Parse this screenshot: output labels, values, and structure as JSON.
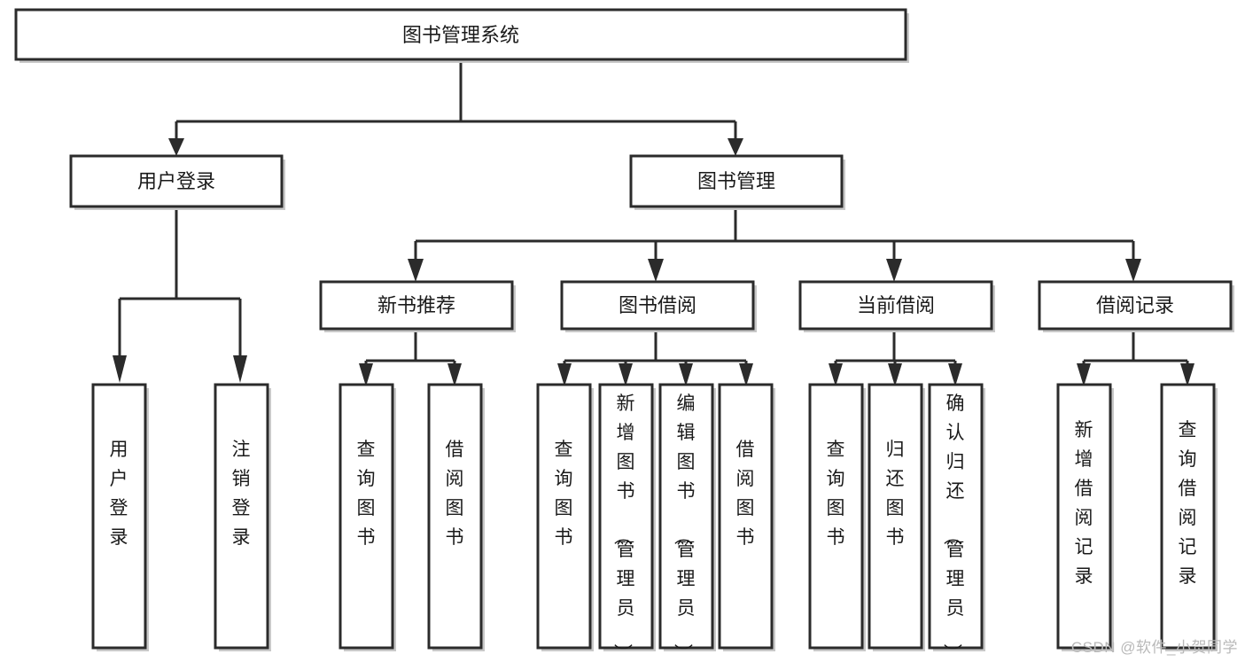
{
  "diagram": {
    "type": "tree-hierarchy",
    "title": "图书管理系统",
    "orientation": "top-down",
    "colors": {
      "box_stroke": "#2b2b2b",
      "box_fill": "#ffffff",
      "connector": "#2b2b2b",
      "shadow": "#c8c8c8",
      "text": "#1a1a1a",
      "watermark": "#b9b9b9"
    },
    "levels": {
      "level0": [
        "图书管理系统"
      ],
      "level1": [
        "用户登录",
        "图书管理"
      ],
      "level2": [
        "新书推荐",
        "图书借阅",
        "当前借阅",
        "借阅记录"
      ],
      "level3": [
        "用户登录",
        "注销登录",
        "查询图书",
        "借阅图书",
        "查询图书",
        "新增图书（管理员）",
        "编辑图书（管理员）",
        "借阅图书",
        "查询图书",
        "归还图书",
        "确认归还（管理员）",
        "新增借阅记录",
        "查询借阅记录"
      ]
    },
    "nodes": {
      "root": {
        "label": "图书管理系统"
      },
      "user_login": {
        "label": "用户登录"
      },
      "book_manage": {
        "label": "图书管理"
      },
      "new_book_rec": {
        "label": "新书推荐"
      },
      "book_borrow": {
        "label": "图书借阅"
      },
      "current_borrow": {
        "label": "当前借阅"
      },
      "borrow_record": {
        "label": "借阅记录"
      },
      "leaf_user_login": {
        "label": "用户登录"
      },
      "leaf_logout": {
        "label": "注销登录"
      },
      "leaf_query_book_1": {
        "label": "查询图书"
      },
      "leaf_borrow_book_1": {
        "label": "借阅图书"
      },
      "leaf_query_book_2": {
        "label": "查询图书"
      },
      "leaf_add_book": {
        "label": "新增图书（管理员）"
      },
      "leaf_edit_book": {
        "label": "编辑图书（管理员）"
      },
      "leaf_borrow_book_2": {
        "label": "借阅图书"
      },
      "leaf_query_book_3": {
        "label": "查询图书"
      },
      "leaf_return_book": {
        "label": "归还图书"
      },
      "leaf_confirm_return": {
        "label": "确认归还（管理员）"
      },
      "leaf_add_record": {
        "label": "新增借阅记录"
      },
      "leaf_query_record": {
        "label": "查询借阅记录"
      }
    },
    "edges": [
      {
        "from": "root",
        "to": "user_login"
      },
      {
        "from": "root",
        "to": "book_manage"
      },
      {
        "from": "user_login",
        "to": "leaf_user_login"
      },
      {
        "from": "user_login",
        "to": "leaf_logout"
      },
      {
        "from": "book_manage",
        "to": "new_book_rec"
      },
      {
        "from": "book_manage",
        "to": "book_borrow"
      },
      {
        "from": "book_manage",
        "to": "current_borrow"
      },
      {
        "from": "book_manage",
        "to": "borrow_record"
      },
      {
        "from": "new_book_rec",
        "to": "leaf_query_book_1"
      },
      {
        "from": "new_book_rec",
        "to": "leaf_borrow_book_1"
      },
      {
        "from": "book_borrow",
        "to": "leaf_query_book_2"
      },
      {
        "from": "book_borrow",
        "to": "leaf_add_book"
      },
      {
        "from": "book_borrow",
        "to": "leaf_edit_book"
      },
      {
        "from": "book_borrow",
        "to": "leaf_borrow_book_2"
      },
      {
        "from": "current_borrow",
        "to": "leaf_query_book_3"
      },
      {
        "from": "current_borrow",
        "to": "leaf_return_book"
      },
      {
        "from": "current_borrow",
        "to": "leaf_confirm_return"
      },
      {
        "from": "borrow_record",
        "to": "leaf_add_record"
      },
      {
        "from": "borrow_record",
        "to": "leaf_query_record"
      }
    ]
  },
  "watermark": {
    "text": "CSDN @软件_小贺同学"
  }
}
